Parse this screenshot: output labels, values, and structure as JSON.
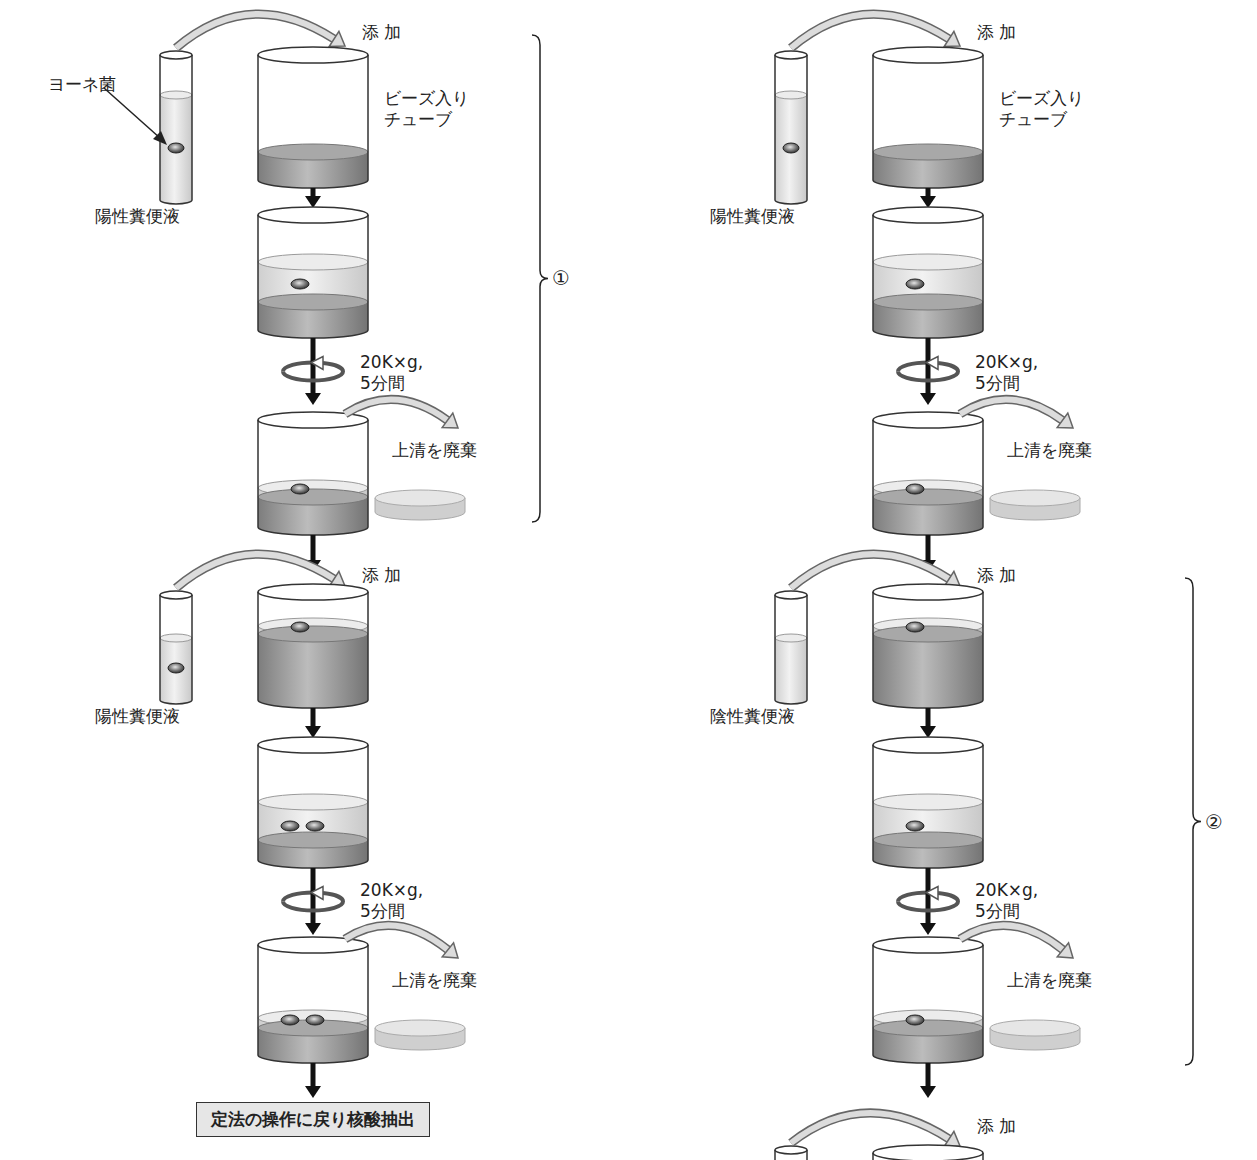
{
  "diagram": {
    "nodes": [
      {
        "text": [
          "定法の操作に戻り核酸抽出"
        ]
      }
    ],
    "labels": [
      "ヨーネ菌",
      "添 加",
      "陽性糞便液",
      "ビーズ入り チューブ",
      "①",
      "20K×g, 5分間",
      "上清を廃棄",
      "添 加",
      "陽性糞便液",
      "20K×g, 5分間",
      "上清を廃棄",
      "添 加",
      "陽性糞便液",
      "ビーズ入り チューブ",
      "20K×g, 5分間",
      "上清を廃棄",
      "添 加",
      "陰性糞便液",
      "②",
      "20K×g, 5分間",
      "上清を廃棄",
      "添 加"
    ]
  }
}
